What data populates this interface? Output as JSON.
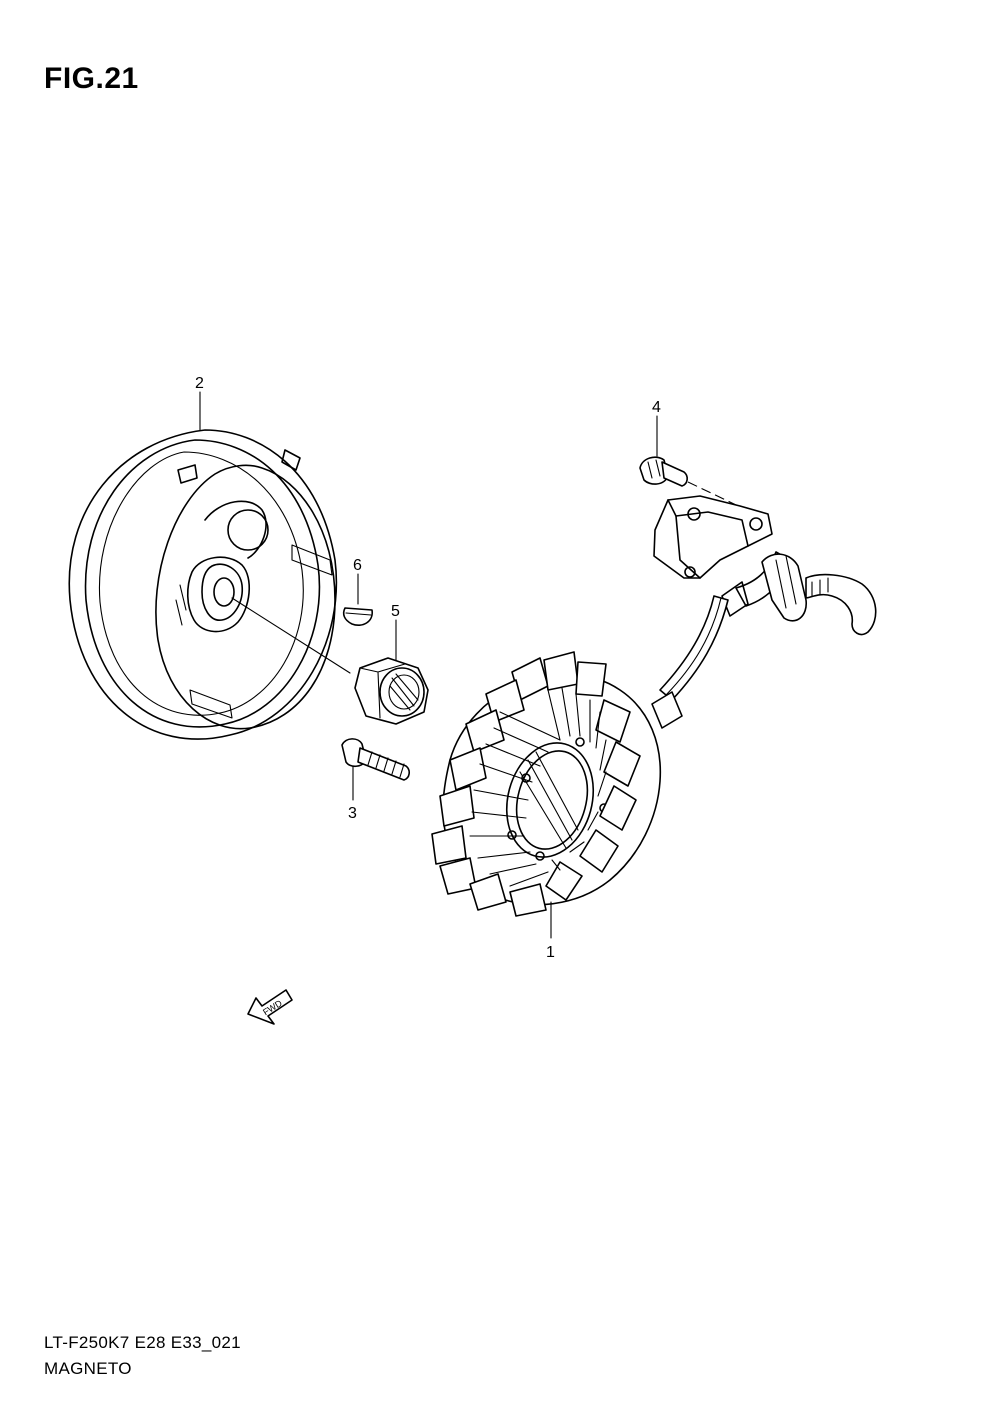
{
  "figure": {
    "title": "FIG.21",
    "model_code": "LT-F250K7 E28 E33_021",
    "section_name": "MAGNETO",
    "direction_label": "FWD"
  },
  "callouts": [
    {
      "id": "1",
      "label": "1"
    },
    {
      "id": "2",
      "label": "2"
    },
    {
      "id": "3",
      "label": "3"
    },
    {
      "id": "4",
      "label": "4"
    },
    {
      "id": "5",
      "label": "5"
    },
    {
      "id": "6",
      "label": "6"
    }
  ],
  "parts": [
    {
      "callout": "1",
      "name": "stator-assembly"
    },
    {
      "callout": "2",
      "name": "rotor-flywheel"
    },
    {
      "callout": "3",
      "name": "bolt"
    },
    {
      "callout": "4",
      "name": "screw"
    },
    {
      "callout": "5",
      "name": "nut"
    },
    {
      "callout": "6",
      "name": "woodruff-key"
    }
  ]
}
